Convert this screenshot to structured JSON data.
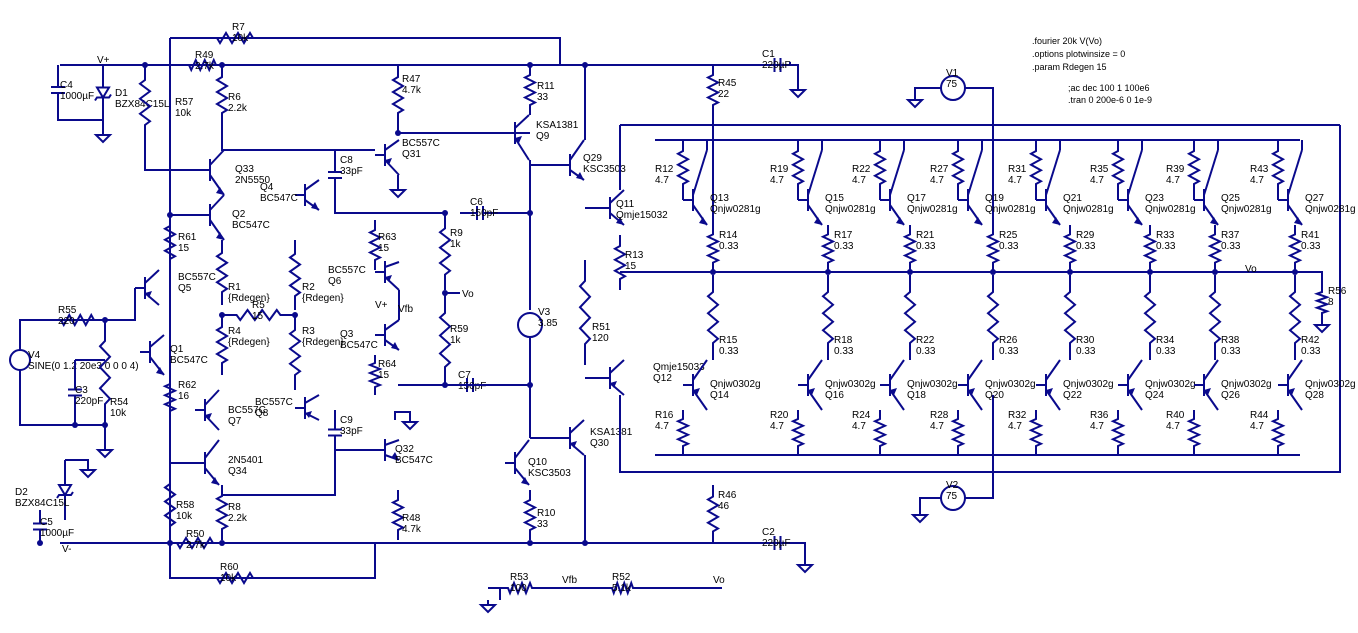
{
  "directives": [
    ".fourier 20k V(Vo)",
    ".options plotwinsize = 0",
    ".param Rdegen 15",
    ";ac dec 100 1 100e6",
    ".tran 0 200e-6 0 1e-9"
  ],
  "nets": {
    "vplus": "V+",
    "vminus": "V-",
    "vo": "Vo",
    "vfb": "Vfb"
  },
  "front": {
    "R7": [
      "R7",
      "10k"
    ],
    "R49": [
      "R49",
      "2.7k"
    ],
    "R57": [
      "R57",
      "10k"
    ],
    "R6": [
      "R6",
      "2.2k"
    ],
    "C4": [
      "C4",
      "1000µF"
    ],
    "D1": [
      "D1",
      "BZX84C15L"
    ],
    "Q33": [
      "Q33",
      "2N5550"
    ],
    "Q2": [
      "Q2",
      "BC547C"
    ],
    "R61": [
      "R61",
      "15"
    ],
    "Q5": [
      "BC557C",
      "Q5"
    ],
    "R1": [
      "R1",
      "{Rdegen}"
    ],
    "R5": [
      "R5",
      "15"
    ],
    "R4": [
      "R4",
      "{Rdegen}"
    ],
    "R2": [
      "R2",
      "{Rdegen}"
    ],
    "R3": [
      "R3",
      "{Rdegen}"
    ],
    "R55": [
      "R55",
      "220"
    ],
    "V4": [
      "V4",
      "SINE(0 1.2 20e3 0 0 0 4)"
    ],
    "C3": [
      "C3",
      "220pF"
    ],
    "R54": [
      "R54",
      "10k"
    ],
    "Q1": [
      "Q1",
      "BC547C"
    ],
    "R62": [
      "R62",
      "16"
    ],
    "Q7": [
      "BC557C",
      "Q7"
    ],
    "Q34": [
      "2N5401",
      "Q34"
    ],
    "D2": [
      "D2",
      "BZX84C15L"
    ],
    "C5": [
      "C5",
      "1000µF"
    ],
    "R58": [
      "R58",
      "10k"
    ],
    "R8": [
      "R8",
      "2.2k"
    ],
    "R50": [
      "R50",
      "2.7k"
    ],
    "R60": [
      "R60",
      "10k"
    ],
    "Q4": [
      "Q4",
      "BC547C"
    ],
    "Q8": [
      "BC557C",
      "Q8"
    ],
    "C8": [
      "C8",
      "33pF"
    ],
    "C9": [
      "C9",
      "33pF"
    ],
    "R47": [
      "R47",
      "4.7k"
    ],
    "Q31": [
      "BC557C",
      "Q31"
    ],
    "R63": [
      "R63",
      "15"
    ],
    "Q6": [
      "BC557C",
      "Q6"
    ],
    "Q3": [
      "Q3",
      "BC547C"
    ],
    "R64": [
      "R64",
      "15"
    ],
    "Q32": [
      "Q32",
      "BC547C"
    ],
    "R48": [
      "R48",
      "4.7k"
    ],
    "R9": [
      "R9",
      "1k"
    ],
    "R59": [
      "R59",
      "1k"
    ],
    "C6": [
      "C6",
      "150pF"
    ],
    "C7": [
      "C7",
      "150pF"
    ],
    "R11": [
      "R11",
      "33"
    ],
    "Q9": [
      "KSA1381",
      "Q9"
    ],
    "Q10": [
      "Q10",
      "KSC3503"
    ],
    "R10": [
      "R10",
      "33"
    ],
    "V3": [
      "V3",
      "3.85"
    ],
    "R51": [
      "R51",
      "120"
    ],
    "Q29": [
      "Q29",
      "KSC3503"
    ],
    "Q30": [
      "KSA1381",
      "Q30"
    ],
    "Q11": [
      "Q11",
      "Qmje15032"
    ],
    "Q12": [
      "Qmje15033",
      "Q12"
    ],
    "R13": [
      "R13",
      "15"
    ],
    "C1": [
      "C1",
      "220µF"
    ],
    "C2": [
      "C2",
      "220µF"
    ],
    "R45": [
      "R45",
      "22"
    ],
    "R46": [
      "R46",
      "46"
    ],
    "V1": [
      "V1",
      "75"
    ],
    "V2": [
      "V2",
      "75"
    ],
    "R56": [
      "R56",
      "8"
    ],
    "R53": [
      "R53",
      "100"
    ],
    "R52": [
      "R52",
      "5.1k"
    ]
  },
  "output_stage": {
    "upper": [
      {
        "r_e": [
          "R12",
          "4.7"
        ],
        "q": [
          "Q13",
          "Qnjw0281g"
        ],
        "r": [
          "R14",
          "0.33"
        ]
      },
      {
        "r_e": [
          "R19",
          "4.7"
        ],
        "q": [
          "Q15",
          "Qnjw0281g"
        ],
        "r": [
          "R17",
          "0.33"
        ]
      },
      {
        "r_e": [
          "R22",
          "4.7"
        ],
        "q": [
          "Q17",
          "Qnjw0281g"
        ],
        "r": [
          "R21",
          "0.33"
        ]
      },
      {
        "r_e": [
          "R27",
          "4.7"
        ],
        "q": [
          "Q19",
          "Qnjw0281g"
        ],
        "r": [
          "R25",
          "0.33"
        ]
      },
      {
        "r_e": [
          "R31",
          "4.7"
        ],
        "q": [
          "Q21",
          "Qnjw0281g"
        ],
        "r": [
          "R29",
          "0.33"
        ]
      },
      {
        "r_e": [
          "R35",
          "4.7"
        ],
        "q": [
          "Q23",
          "Qnjw0281g"
        ],
        "r": [
          "R33",
          "0.33"
        ]
      },
      {
        "r_e": [
          "R39",
          "4.7"
        ],
        "q": [
          "Q25",
          "Qnjw0281g"
        ],
        "r": [
          "R37",
          "0.33"
        ]
      },
      {
        "r_e": [
          "R43",
          "4.7"
        ],
        "q": [
          "Q27",
          "Qnjw0281g"
        ],
        "r": [
          "R41",
          "0.33"
        ]
      }
    ],
    "lower": [
      {
        "r": [
          "R15",
          "0.33"
        ],
        "q": [
          "Qnjw0302g",
          "Q14"
        ],
        "r_e": [
          "R16",
          "4.7"
        ]
      },
      {
        "r": [
          "R18",
          "0.33"
        ],
        "q": [
          "Qnjw0302g",
          "Q16"
        ],
        "r_e": [
          "R20",
          "4.7"
        ]
      },
      {
        "r": [
          "R22",
          "0.33"
        ],
        "q": [
          "Qnjw0302g",
          "Q18"
        ],
        "r_e": [
          "R24",
          "4.7"
        ]
      },
      {
        "r": [
          "R26",
          "0.33"
        ],
        "q": [
          "Qnjw0302g",
          "Q20"
        ],
        "r_e": [
          "R28",
          "4.7"
        ]
      },
      {
        "r": [
          "R30",
          "0.33"
        ],
        "q": [
          "Qnjw0302g",
          "Q22"
        ],
        "r_e": [
          "R32",
          "4.7"
        ]
      },
      {
        "r": [
          "R34",
          "0.33"
        ],
        "q": [
          "Qnjw0302g",
          "Q24"
        ],
        "r_e": [
          "R36",
          "4.7"
        ]
      },
      {
        "r": [
          "R38",
          "0.33"
        ],
        "q": [
          "Qnjw0302g",
          "Q26"
        ],
        "r_e": [
          "R40",
          "4.7"
        ]
      },
      {
        "r": [
          "R42",
          "0.33"
        ],
        "q": [
          "Qnjw0302g",
          "Q28"
        ],
        "r_e": [
          "R44",
          "4.7"
        ]
      }
    ]
  }
}
